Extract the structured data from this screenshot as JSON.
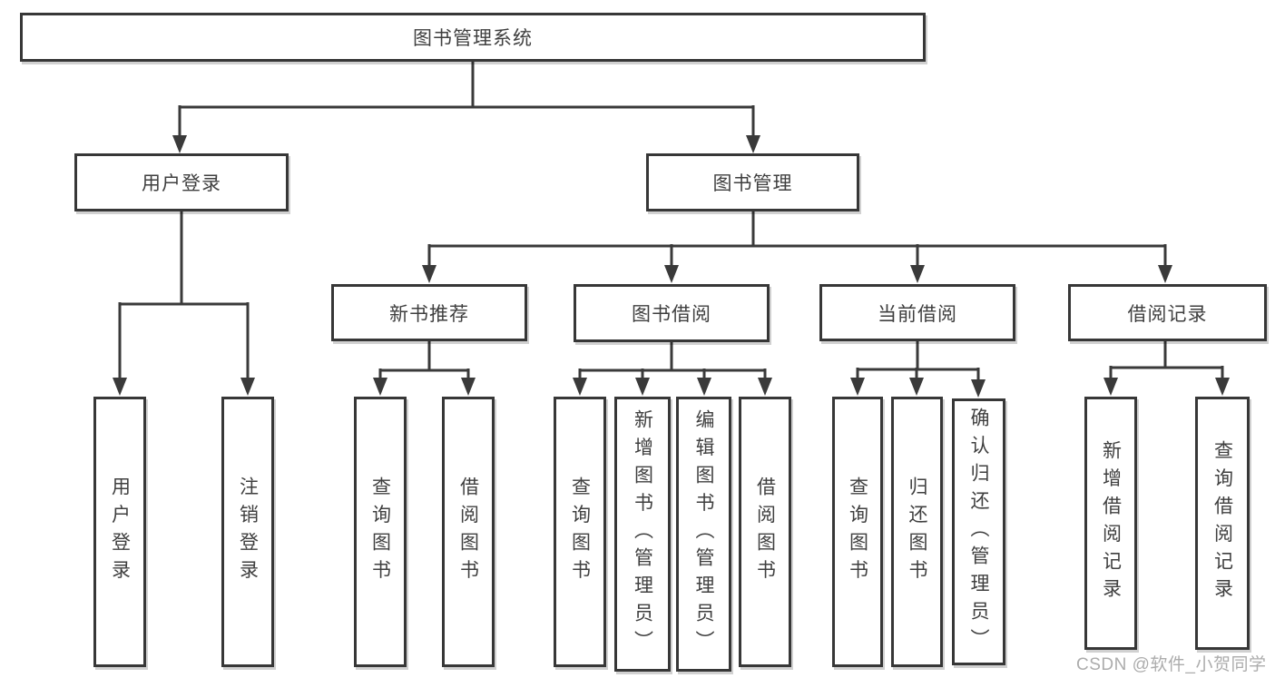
{
  "tree": {
    "root": {
      "label": "图书管理系统"
    },
    "branches": [
      {
        "label": "用户登录",
        "leaves": [
          {
            "label": "用户登录"
          },
          {
            "label": "注销登录"
          }
        ]
      },
      {
        "label": "图书管理",
        "groups": [
          {
            "label": "新书推荐",
            "leaves": [
              {
                "label": "查询图书"
              },
              {
                "label": "借阅图书"
              }
            ]
          },
          {
            "label": "图书借阅",
            "leaves": [
              {
                "label": "查询图书"
              },
              {
                "label": "新增图书（管理员）"
              },
              {
                "label": "编辑图书（管理员）"
              },
              {
                "label": "借阅图书"
              }
            ]
          },
          {
            "label": "当前借阅",
            "leaves": [
              {
                "label": "查询图书"
              },
              {
                "label": "归还图书"
              },
              {
                "label": "确认归还（管理员）"
              }
            ]
          },
          {
            "label": "借阅记录",
            "leaves": [
              {
                "label": "新增借阅记录"
              },
              {
                "label": "查询借阅记录"
              }
            ]
          }
        ]
      }
    ]
  },
  "watermark": {
    "text": "CSDN @软件_小贺同学"
  },
  "colors": {
    "line": "#3a3a3a",
    "text": "#3f3f3f",
    "box_background": "#ffffff",
    "page_background": "#ffffff",
    "watermark": "#a8a8a8"
  }
}
